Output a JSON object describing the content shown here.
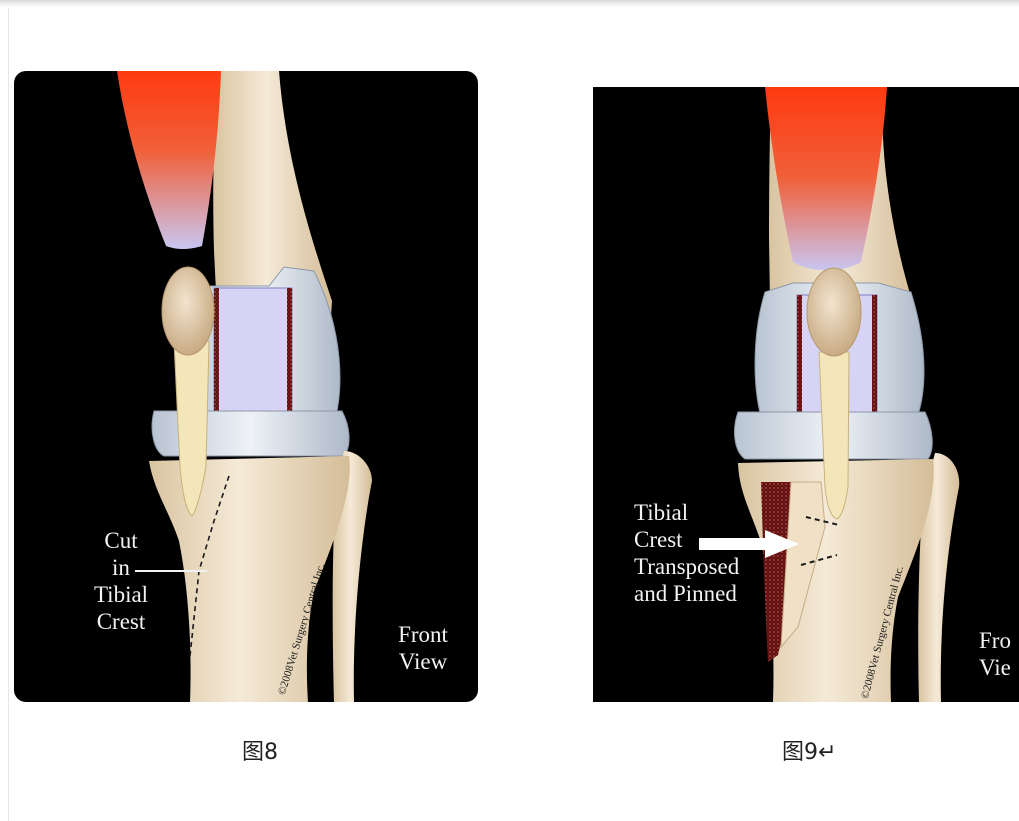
{
  "figure8": {
    "caption": "图8",
    "label_cut": [
      "Cut",
      "in",
      "Tibial",
      "Crest"
    ],
    "label_view": [
      "Front",
      "View"
    ],
    "copyright": "©2008Vet Surgery Central Inc."
  },
  "figure9": {
    "caption": "图9↵",
    "label_tibial": [
      "Tibial",
      "Crest",
      "Transposed",
      "and Pinned"
    ],
    "label_view": [
      "Fro",
      "Vie"
    ],
    "copyright": "©2008Vet Surgery Central Inc."
  },
  "colors": {
    "background": "#000000",
    "muscle_top": "#ff3a10",
    "muscle_bottom": "#c9c6f2",
    "bone": "#f0e2c8",
    "cartilage": "#dfe6ef",
    "graft": "#7a1a1a"
  }
}
